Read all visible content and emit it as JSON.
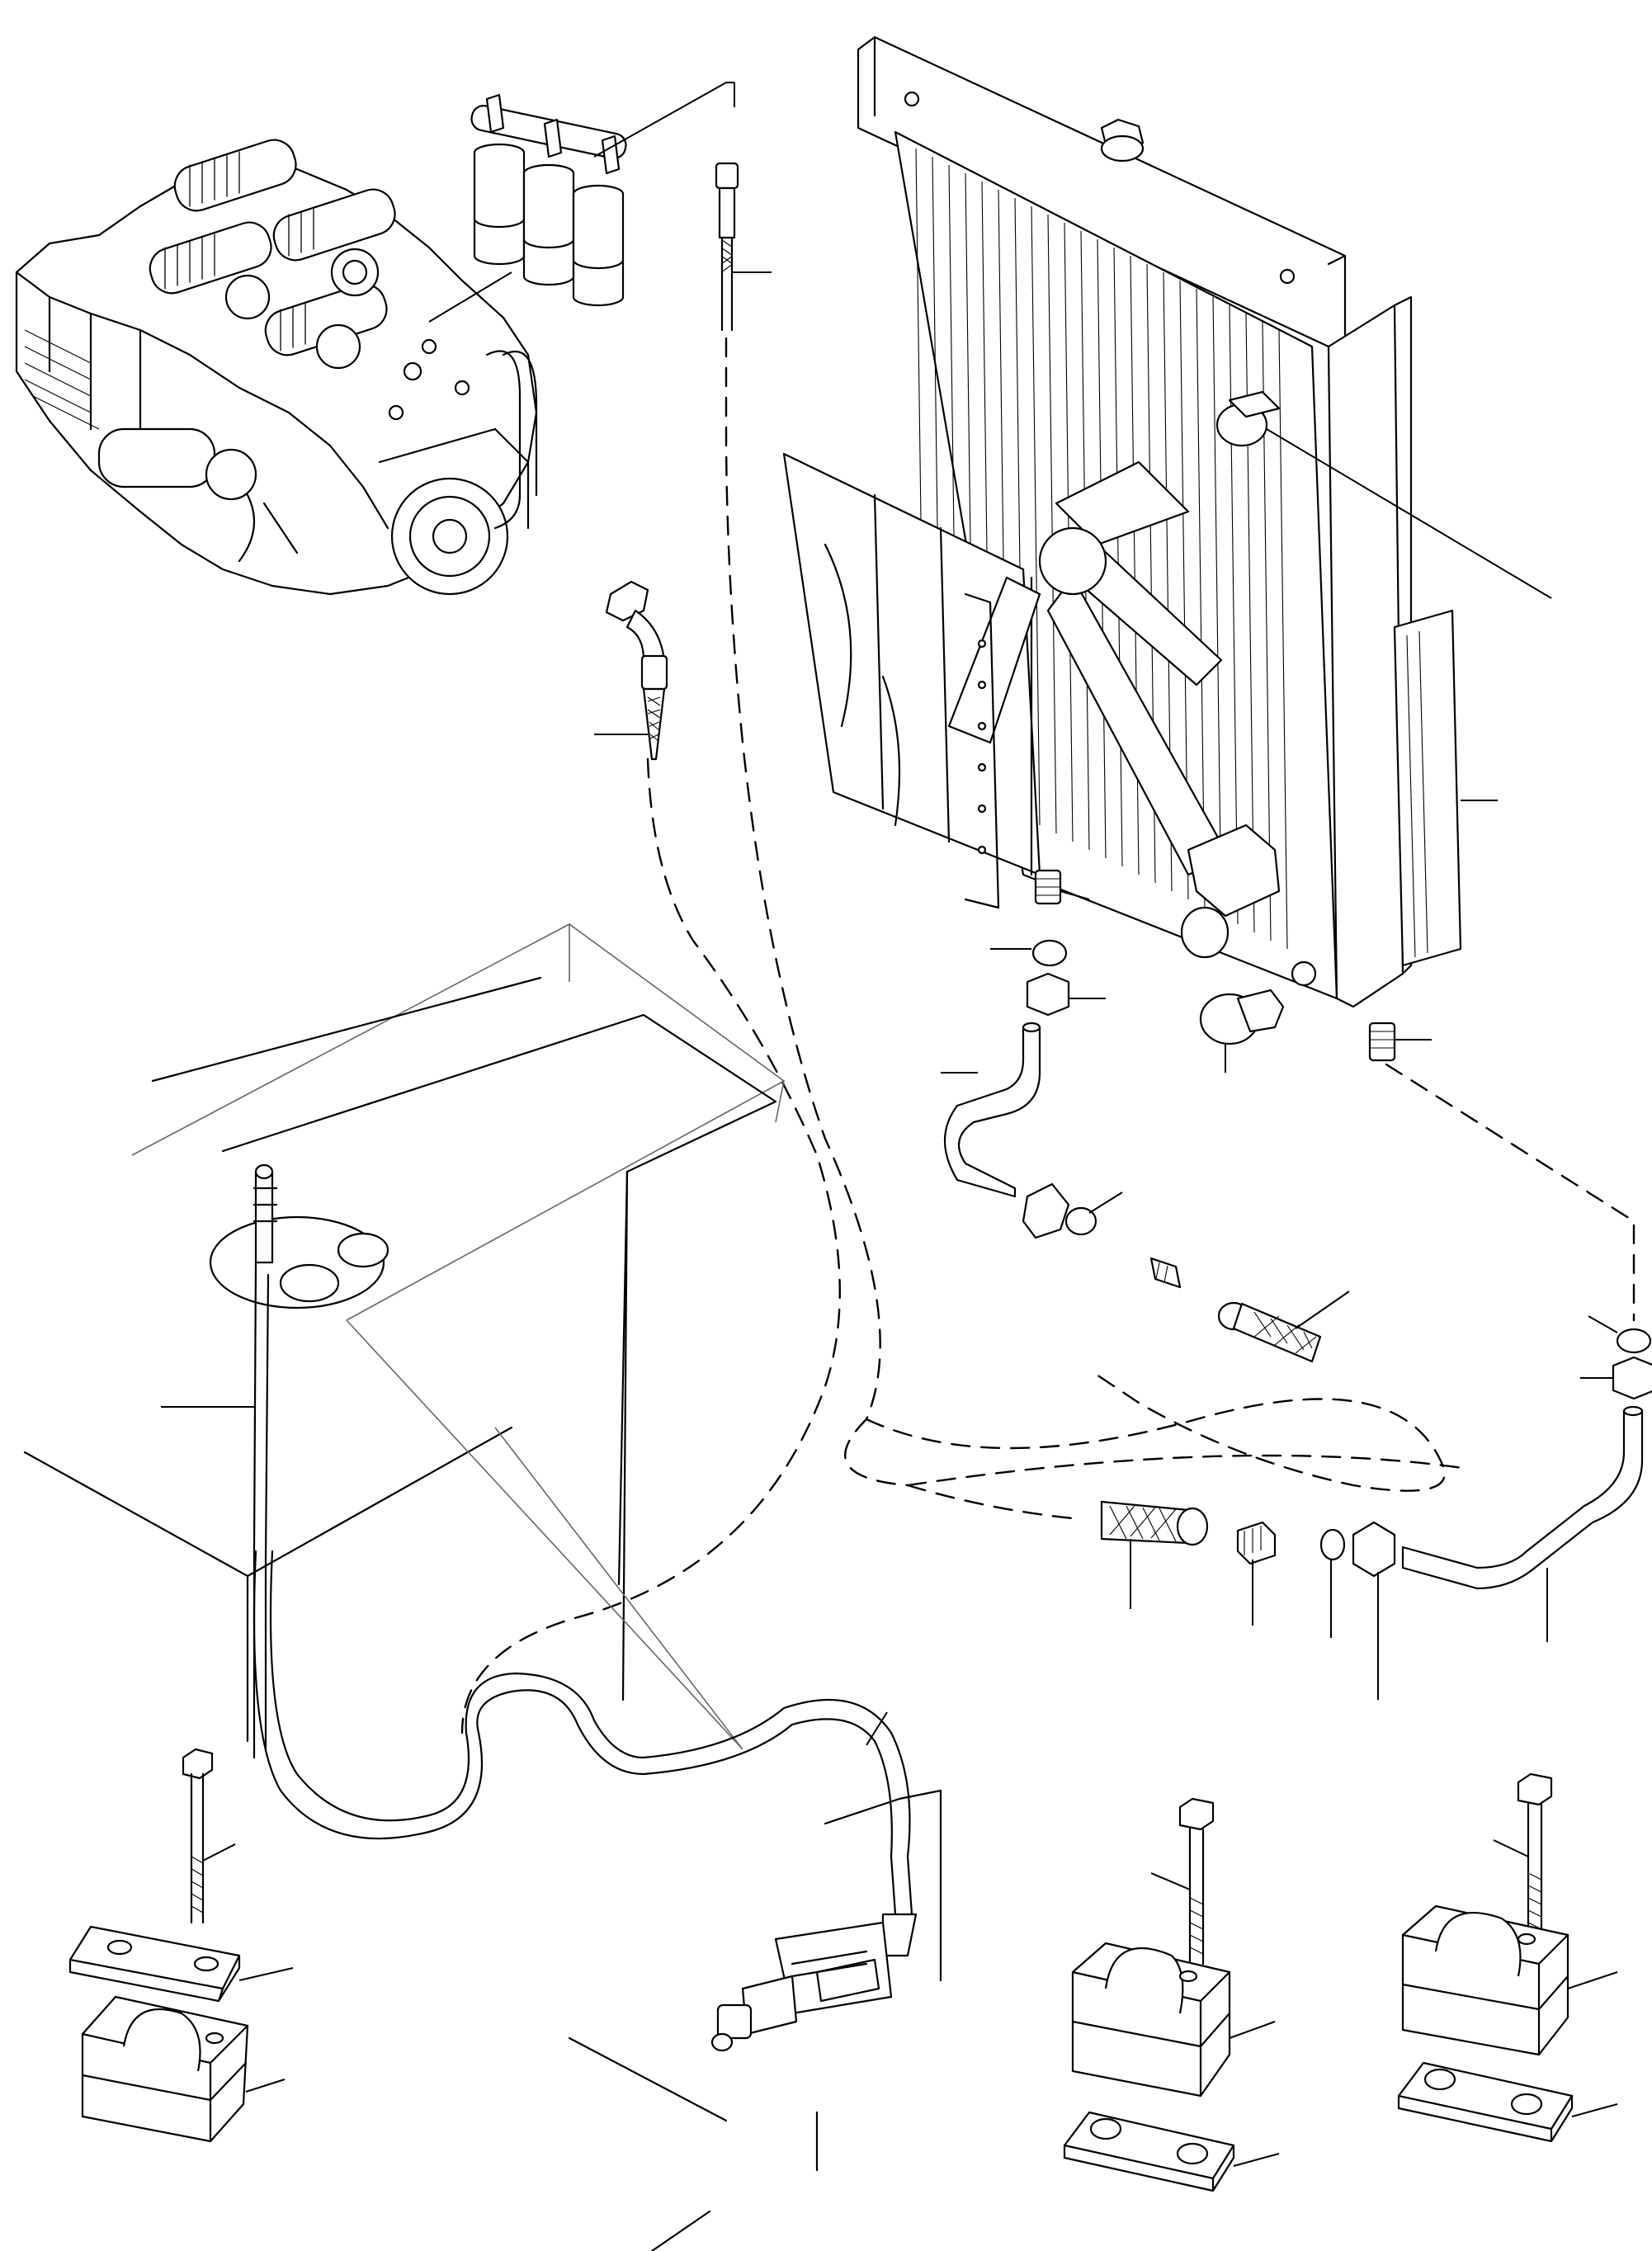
{
  "diagram": {
    "kind": "exploded parts drawing — engine cooling / radiator hose & clamp assembly",
    "callouts": [
      {
        "id": "filters-to-engine"
      },
      {
        "id": "hose-upper"
      },
      {
        "id": "radiator-drain-plug"
      },
      {
        "id": "radiator-side-tank"
      },
      {
        "id": "elbow-hose"
      },
      {
        "id": "adapter-left"
      },
      {
        "id": "seal-left"
      },
      {
        "id": "nut-left"
      },
      {
        "id": "plug-lower"
      },
      {
        "id": "adapter-right"
      },
      {
        "id": "tube-left"
      },
      {
        "id": "nut-mid"
      },
      {
        "id": "braided-hose-mid"
      },
      {
        "id": "tank-dipstick-tube"
      },
      {
        "id": "seal-right"
      },
      {
        "id": "nut-right"
      },
      {
        "id": "braided-hose-lower"
      },
      {
        "id": "adapter-lower"
      },
      {
        "id": "seal-lower"
      },
      {
        "id": "nut-lower"
      },
      {
        "id": "tube-right"
      },
      {
        "id": "main-hose"
      },
      {
        "id": "bolt-left"
      },
      {
        "id": "plate-left"
      },
      {
        "id": "clamp-left"
      },
      {
        "id": "bolt-mid"
      },
      {
        "id": "clamp-mid"
      },
      {
        "id": "plate-mid"
      },
      {
        "id": "bolt-right"
      },
      {
        "id": "clamp-right"
      },
      {
        "id": "plate-right"
      }
    ]
  }
}
